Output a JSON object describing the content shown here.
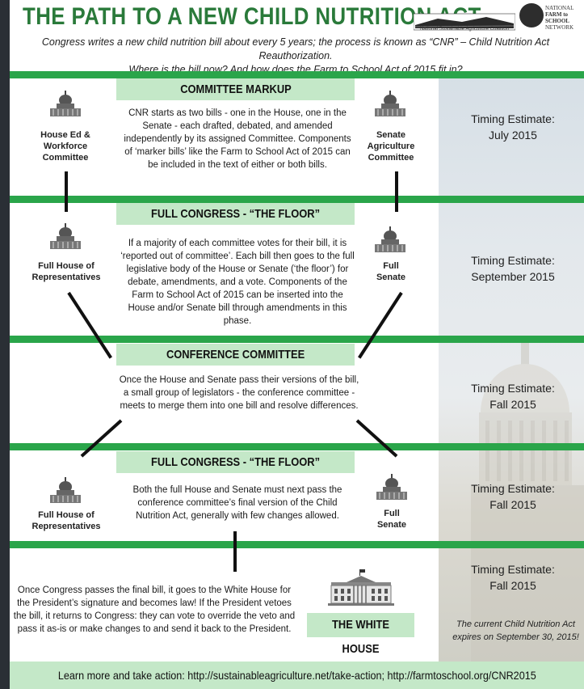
{
  "header": {
    "title": "THE PATH TO A NEW CHILD NUTRITION ACT",
    "subtitle_line1": "Congress writes a new child nutrition bill about every 5 years; the process is known as “CNR” – Child Nutrition Act Reauthorization.",
    "subtitle_line2": "Where is the bill now? And how does the Farm to School Act of 2015 fit in?",
    "logo_left_text": "National Sustainable Agriculture Coalition",
    "logo_right_line1": "NATIONAL",
    "logo_right_line2": "FARM to SCHOOL",
    "logo_right_line3": "NETWORK"
  },
  "sections": {
    "markup": {
      "heading": "COMMITTEE MARKUP",
      "text": "CNR starts as two bills - one in the House, one in the Senate - each drafted, debated, and amended independently by its assigned Committee. Components of ‘marker bills’ like the Farm to School Act of 2015 can be included in the text of either or both bills.",
      "left_label": "House Ed & Workforce Committee",
      "right_label": "Senate Agriculture Committee",
      "timing_line1": "Timing Estimate:",
      "timing_line2": "July 2015"
    },
    "floor1": {
      "heading": "FULL CONGRESS - “THE FLOOR”",
      "text": "If a majority of each committee votes for their bill, it is ‘reported out of committee’. Each bill then goes to the full legislative body of the House or Senate (‘the floor’) for debate, amendments, and a vote. Components of the Farm to School Act of 2015 can be inserted into the House and/or Senate bill through amendments in this phase.",
      "left_label": "Full House of Representatives",
      "right_label": "Full Senate",
      "timing_line1": "Timing Estimate:",
      "timing_line2": "September 2015"
    },
    "conference": {
      "heading": "CONFERENCE COMMITTEE",
      "text": "Once the House and Senate pass their versions of the bill, a small group of legislators - the conference committee - meets to merge them into one bill and resolve differences.",
      "timing_line1": "Timing Estimate:",
      "timing_line2": "Fall 2015"
    },
    "floor2": {
      "heading": "FULL CONGRESS - “THE FLOOR”",
      "text": "Both the full House and Senate must next pass the conference committee’s final version of the Child Nutrition Act, generally with few changes allowed.",
      "left_label": "Full House of Representatives",
      "right_label": "Full Senate",
      "timing_line1": "Timing Estimate:",
      "timing_line2": "Fall 2015"
    },
    "whitehouse": {
      "heading": "THE WHITE HOUSE",
      "text": "Once Congress passes the final bill, it goes to the White House for the President’s signature and becomes law! If the President vetoes the bill, it returns to Congress: they can vote to override the veto and pass it as-is or make changes to and send it back to the President.",
      "timing_line1": "Timing Estimate:",
      "timing_line2": "Fall 2015",
      "expires": "The current Child Nutrition Act expires on September 30, 2015!"
    }
  },
  "footer": {
    "text": "Learn more and take action:  http://sustainableagriculture.net/take-action;  http://farmtoschool.org/CNR2015"
  },
  "colors": {
    "green_band": "#2aa54a",
    "heading_bg": "#c4e8c8",
    "title_green": "#2a7a3a"
  }
}
